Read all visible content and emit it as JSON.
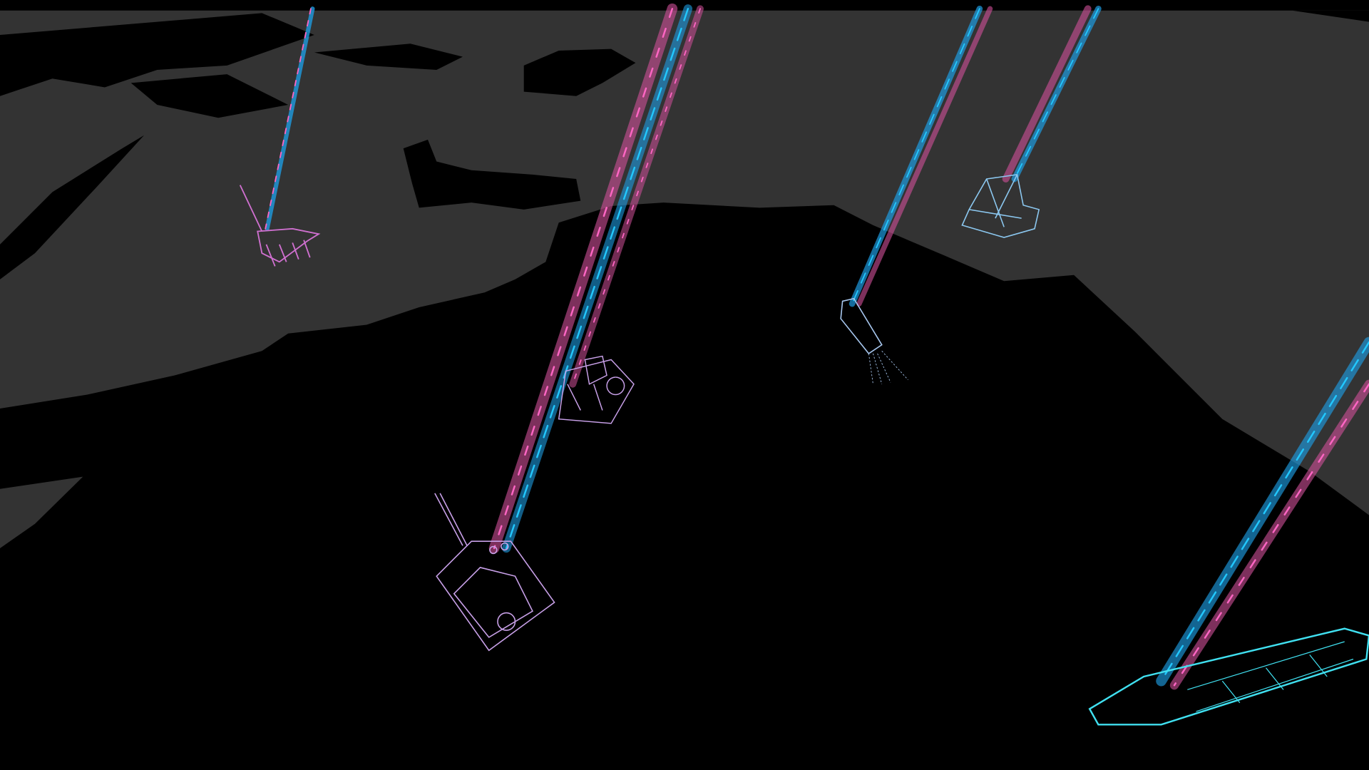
{
  "scene": {
    "colors": {
      "background": "#000000",
      "land": "#333333",
      "beam_pink": "#d0509a",
      "beam_blue": "#1e9be0",
      "dash_pink": "#ff66c4",
      "dash_blue": "#22c8ff",
      "platform_pink": "#d070d0",
      "platform_lavender": "#c8a0e8",
      "platform_lightblue": "#8cc8f0",
      "tanker_cyan": "#40e0f0"
    },
    "assets": [
      {
        "id": "platform-northwest",
        "icon": "oil-platform-icon",
        "color": "#d070d0"
      },
      {
        "id": "platform-central",
        "icon": "oil-platform-icon",
        "color": "#c8a0e8"
      },
      {
        "id": "platform-south",
        "icon": "drilling-rig-icon",
        "color": "#c8a0e8"
      },
      {
        "id": "vessel-east",
        "icon": "ship-icon",
        "color": "#a8c8f0"
      },
      {
        "id": "platform-northeast",
        "icon": "oil-platform-icon",
        "color": "#8cc8f0"
      },
      {
        "id": "tanker-southeast",
        "icon": "tanker-icon",
        "color": "#40e0f0"
      }
    ]
  }
}
